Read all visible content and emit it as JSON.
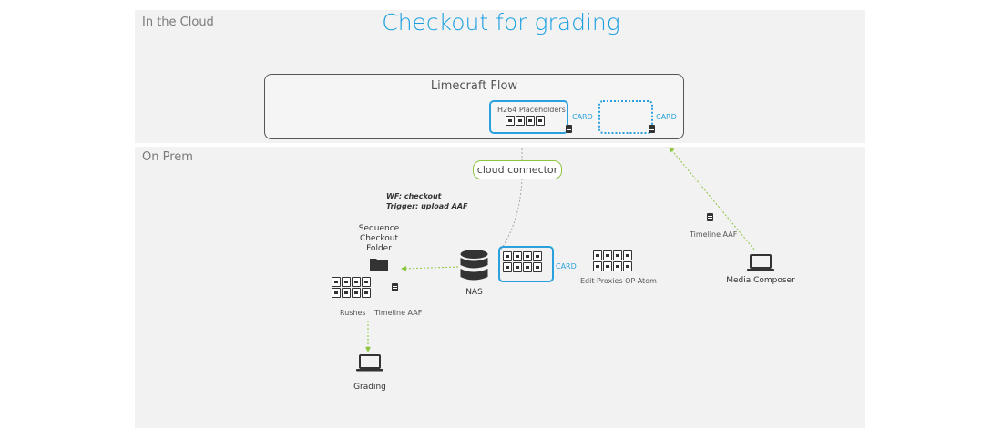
{
  "title": "Checkout for grading",
  "zones": {
    "cloud": "In the Cloud",
    "onprem": "On Prem"
  },
  "flow": {
    "title": "Limecraft Flow",
    "placeholders_label": "H264 Placeholders",
    "card_label_1": "CARD",
    "card_label_2": "CARD"
  },
  "connector": "cloud connector",
  "workflow": {
    "line1": "WF: checkout",
    "line2": "Trigger: upload AAF"
  },
  "folder": {
    "label": "Sequence\nCheckout\nFolder"
  },
  "nas": {
    "label": "NAS",
    "card_label": "CARD"
  },
  "proxies": {
    "label": "Edit Proxies OP-Atom"
  },
  "media_composer": {
    "label": "Media Composer",
    "aaf_label": "Timeline AAF"
  },
  "rushes": {
    "rushes_label": "Rushes",
    "aaf_label": "Timeline AAF"
  },
  "grading": {
    "label": "Grading"
  },
  "colors": {
    "accent": "#1a9fe0",
    "card": "#2aa0dc",
    "connector": "#8cc63f",
    "zone": "#f2f2f2"
  },
  "icons": [
    "clip-icon",
    "document-icon",
    "folder-icon",
    "database-icon",
    "laptop-icon"
  ]
}
